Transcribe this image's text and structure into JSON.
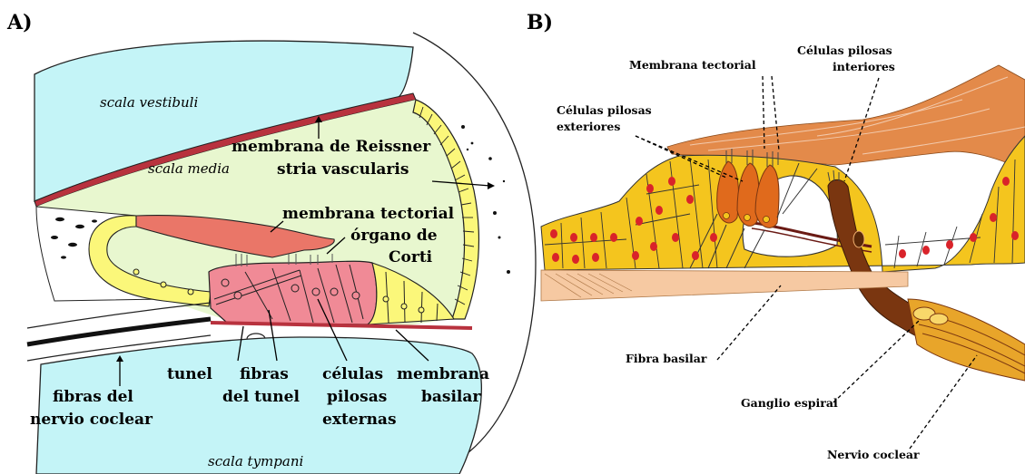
{
  "panel_a": {
    "tag": "A)",
    "labels": {
      "scala_vestibuli": "scala vestibuli",
      "scala_media": "scala media",
      "reissner": "membrana de Reissner",
      "stria": "stria vascularis",
      "tectorial": "membrana tectorial",
      "organo_1": "órgano de",
      "organo_2": "Corti",
      "tunel": "tunel",
      "fibras_tunel_1": "fibras",
      "fibras_tunel_2": "del tunel",
      "celulas_1": "células",
      "celulas_2": "pilosas",
      "celulas_3": "externas",
      "basilar_1": "membrana",
      "basilar_2": "basilar",
      "fibras_nervio_1": "fibras del",
      "fibras_nervio_2": "nervio coclear",
      "scala_tympani": "scala tympani"
    },
    "colors": {
      "vestibuli": "#c4f4f7",
      "media": "#e8f7cf",
      "membrane": "#b8323e",
      "tectorial": "#ea7668",
      "corti": "#f08a96",
      "cells": "#fbf77a",
      "tympani": "#c4f4f7"
    }
  },
  "panel_b": {
    "tag": "B)",
    "labels": {
      "tectorial": "Membrana tectorial",
      "interiores_1": "Células pilosas",
      "interiores_2": "interiores",
      "exteriores_1": "Células pilosas",
      "exteriores_2": "exteriores",
      "fibra_basilar": "Fibra basilar",
      "ganglio": "Ganglio espiral",
      "nervio": "Nervio coclear"
    },
    "colors": {
      "tissue": "#f4c51e",
      "tectorial": "#e38a4a",
      "hair_cells": "#e06a1c",
      "nerve": "#7a3610",
      "nuclei": "#d9232a",
      "basilar": "#f6c9a2"
    }
  }
}
